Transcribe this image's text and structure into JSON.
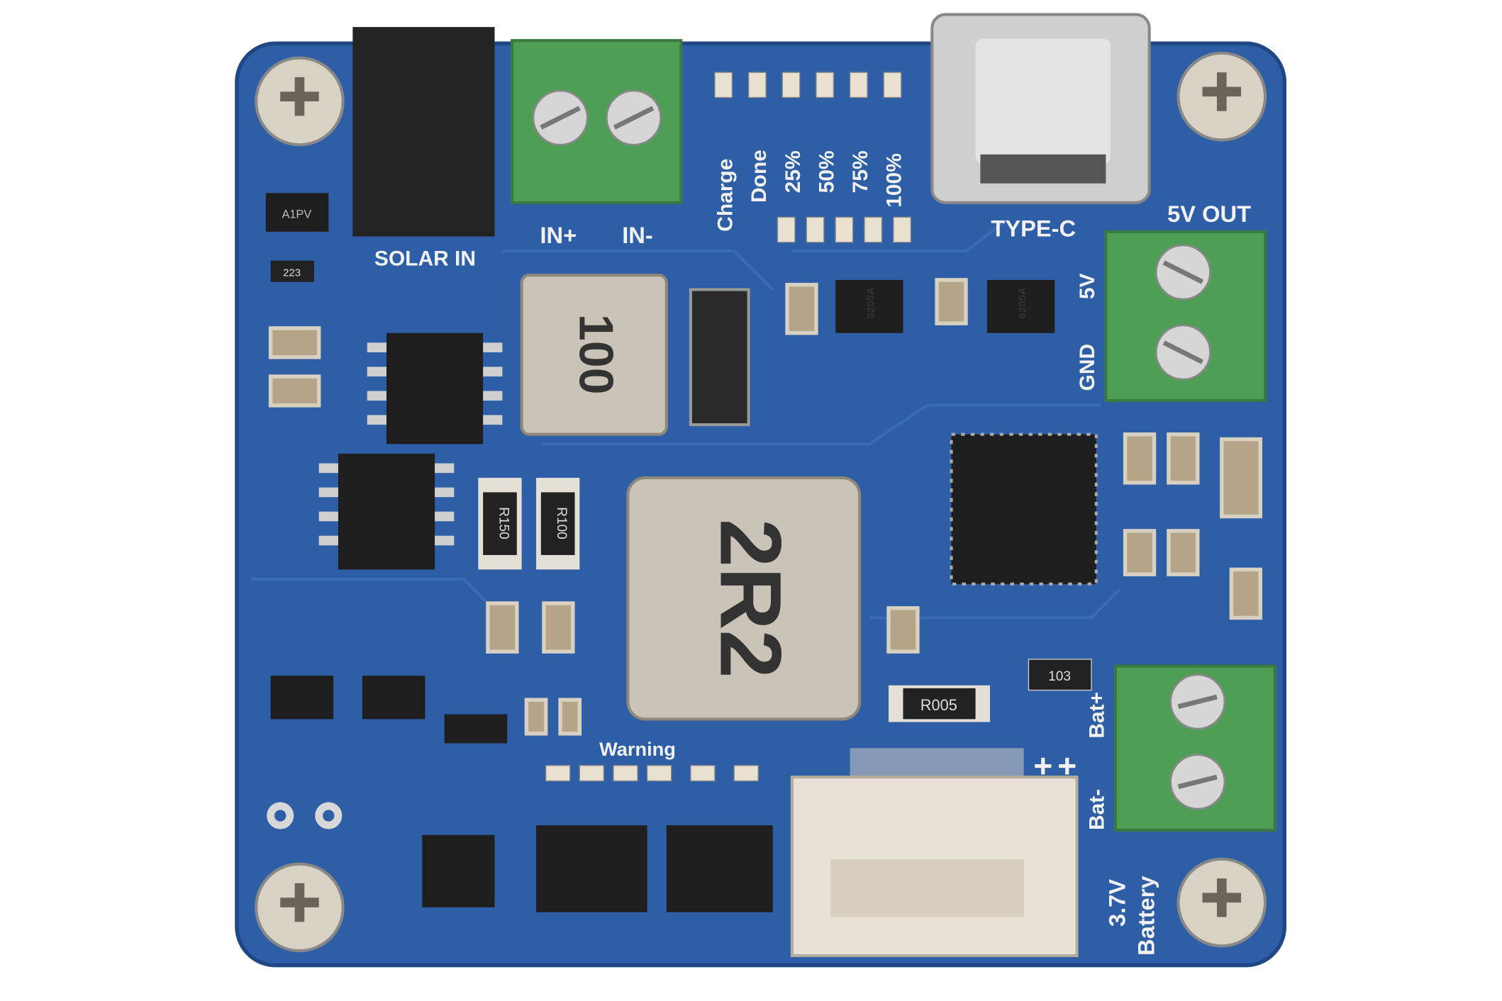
{
  "board": {
    "colors": {
      "pcb": "#2d5ea6",
      "terminal": "#4f9e55",
      "metal": "#c9c3b8",
      "chip": "#1e1e1e",
      "connector": "#e8e2d6"
    },
    "labels": {
      "solar_in": "SOLAR IN",
      "in_plus": "IN+",
      "in_minus": "IN-",
      "led_labels": [
        "Charge",
        "Done",
        "25%",
        "50%",
        "75%",
        "100%"
      ],
      "type_c": "TYPE-C",
      "out_5v": "5V OUT",
      "pin_5v": "5V",
      "pin_gnd": "GND",
      "warning": "Warning",
      "bat_plus": "Bat+",
      "bat_minus": "Bat-",
      "battery_line1": "3.7V",
      "battery_line2": "Battery",
      "plus_a": "+",
      "plus_b": "+"
    },
    "part_markings": {
      "inductor_small": "100",
      "inductor_large": "2R2",
      "r150": "R150",
      "r100": "R100",
      "r005": "R005",
      "r103": "103",
      "r223": "223",
      "sot_a1pv": "A1PV",
      "mosfet_1": "8205A",
      "mosfet_2": "8205A"
    }
  }
}
